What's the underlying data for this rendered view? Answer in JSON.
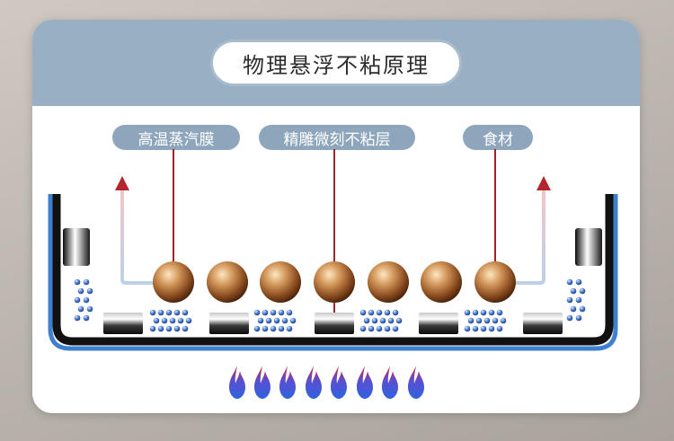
{
  "title": "物理悬浮不粘原理",
  "labels": {
    "steam_film": "高温蒸汽膜",
    "coating": "精雕微刻不粘层",
    "food": "食材"
  },
  "colors": {
    "header": "#98afc4",
    "label_bg": "#8ea6bb",
    "pointer_line": "#a0232a",
    "pan_body": "#111111",
    "pan_rim": "#3f7fd0",
    "flame_blue": "#3d5bd8",
    "flame_red": "#d8243a"
  },
  "icons": [
    "steam-arrow-icon",
    "food-ball-icon",
    "micro-bubble-icon",
    "flame-icon"
  ]
}
